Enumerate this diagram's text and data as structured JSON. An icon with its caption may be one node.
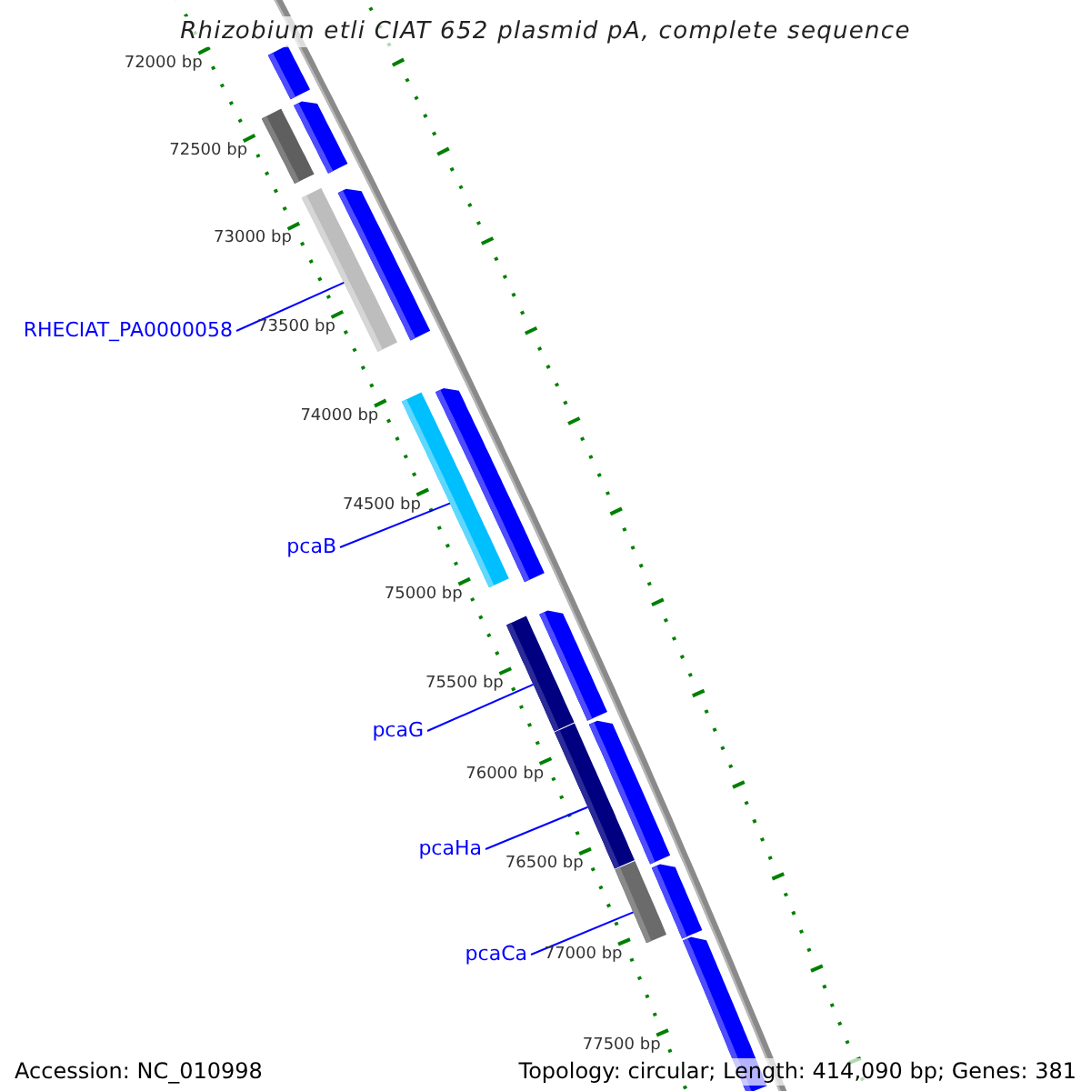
{
  "diagram": {
    "title": "Rhizobium etli CIAT 652 plasmid pA, complete sequence",
    "nodes": [
      {
        "text": [],
        "shape": "bar"
      },
      {
        "text": [],
        "shape": "bar"
      },
      {
        "text": [],
        "shape": "bar"
      },
      {
        "text": [
          "RHECIAT_PA0000058"
        ]
      },
      {
        "text": [],
        "shape": "bar"
      },
      {
        "text": [],
        "shape": "bar"
      },
      {
        "text": [
          "pcaB"
        ]
      },
      {
        "text": [],
        "shape": "bar"
      },
      {
        "text": [],
        "shape": "bar"
      },
      {
        "text": [
          "pcaG"
        ]
      },
      {
        "text": [],
        "shape": "bar"
      },
      {
        "text": [],
        "shape": "bar"
      },
      {
        "text": [
          "pcaHa"
        ]
      },
      {
        "text": [],
        "shape": "bar"
      },
      {
        "text": [],
        "shape": "bar"
      },
      {
        "text": [
          "pcaCa"
        ]
      },
      {
        "text": [],
        "shape": "bar"
      },
      {
        "text": [],
        "shape": "bar"
      },
      {
        "text": [],
        "shape": "bar"
      }
    ],
    "edges": [
      {
        "from": 3,
        "to": 4,
        "arrow": "none"
      },
      {
        "from": 6,
        "to": 7,
        "arrow": "none"
      },
      {
        "from": 9,
        "to": 10,
        "arrow": "none"
      },
      {
        "from": 12,
        "to": 13,
        "arrow": "none"
      },
      {
        "from": 15,
        "to": 16,
        "arrow": "none"
      }
    ],
    "labels": [
      "72000 bp",
      "72500 bp",
      "73000 bp",
      "73500 bp",
      "74000 bp",
      "74500 bp",
      "75000 bp",
      "75500 bp",
      "76000 bp",
      "76500 bp",
      "77000 bp",
      "77500 bp",
      "Accession: NC_010998",
      "Topology: circular; Length: 414,090 bp; Genes: 381"
    ]
  }
}
